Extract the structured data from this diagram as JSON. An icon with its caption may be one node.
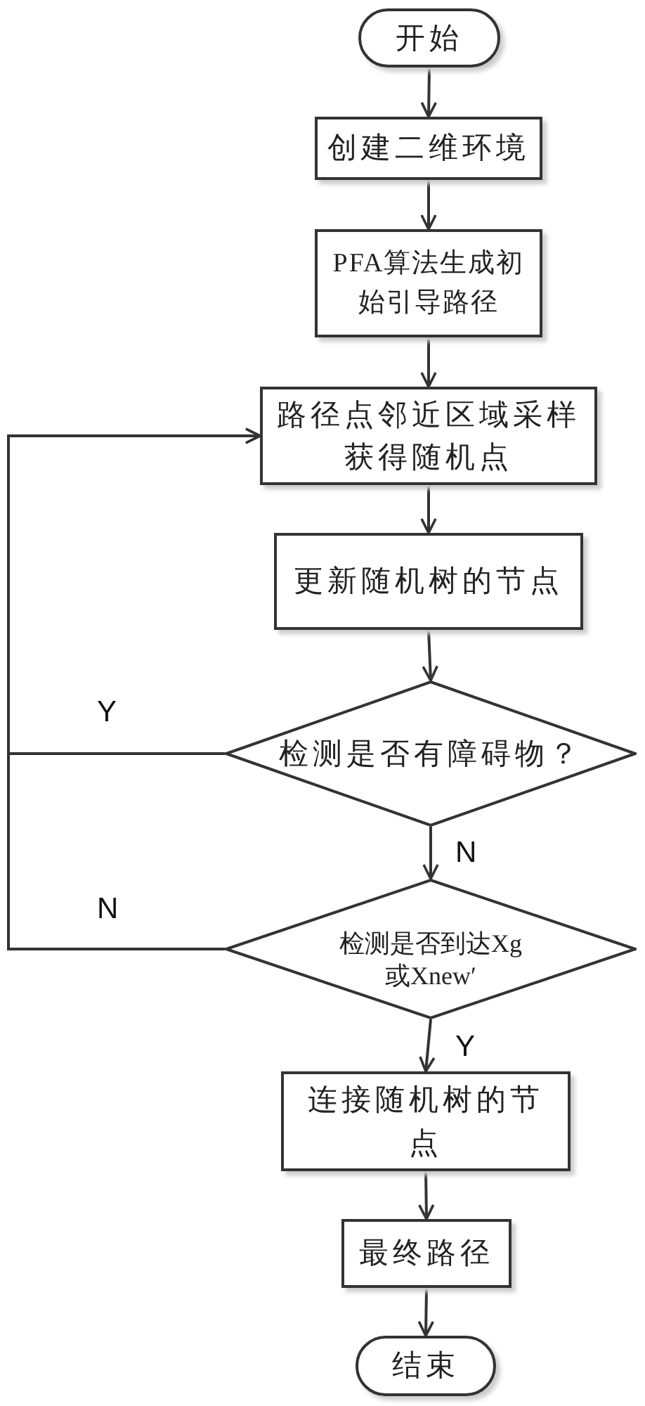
{
  "diagram": {
    "nodes": [
      {
        "text": [
          "开始"
        ]
      },
      {
        "text": [
          "创建二维环境"
        ]
      },
      {
        "text": [
          "PFA算法生成初始引导路径"
        ]
      },
      {
        "text": [
          "路径点邻近区域采样获得随机点"
        ]
      },
      {
        "text": [
          "更新随机树的节点"
        ]
      },
      {
        "text": [
          "检测是否有障碍物？"
        ]
      },
      {
        "text": [
          "检测是否到达Xg或Xnew′"
        ]
      },
      {
        "text": [
          "连接随机树的节点"
        ]
      },
      {
        "text": [
          "最终路径"
        ]
      },
      {
        "text": [
          "结束"
        ]
      }
    ],
    "edges": [
      {
        "from": 0,
        "to": 1,
        "arrow": "to"
      },
      {
        "from": 1,
        "to": 2,
        "arrow": "to"
      },
      {
        "from": 2,
        "to": 3,
        "arrow": "to"
      },
      {
        "from": 3,
        "to": 4,
        "arrow": "to"
      },
      {
        "from": 4,
        "to": 5,
        "arrow": "to"
      },
      {
        "from": 5,
        "to": 6,
        "arrow": "to",
        "label": "N"
      },
      {
        "from": 5,
        "to": 3,
        "arrow": "to",
        "label": "Y"
      },
      {
        "from": 6,
        "to": 3,
        "arrow": "to",
        "label": "N"
      },
      {
        "from": 6,
        "to": 7,
        "arrow": "to",
        "label": "Y"
      },
      {
        "from": 7,
        "to": 8,
        "arrow": "to"
      },
      {
        "from": 8,
        "to": 9,
        "arrow": "to"
      }
    ]
  }
}
